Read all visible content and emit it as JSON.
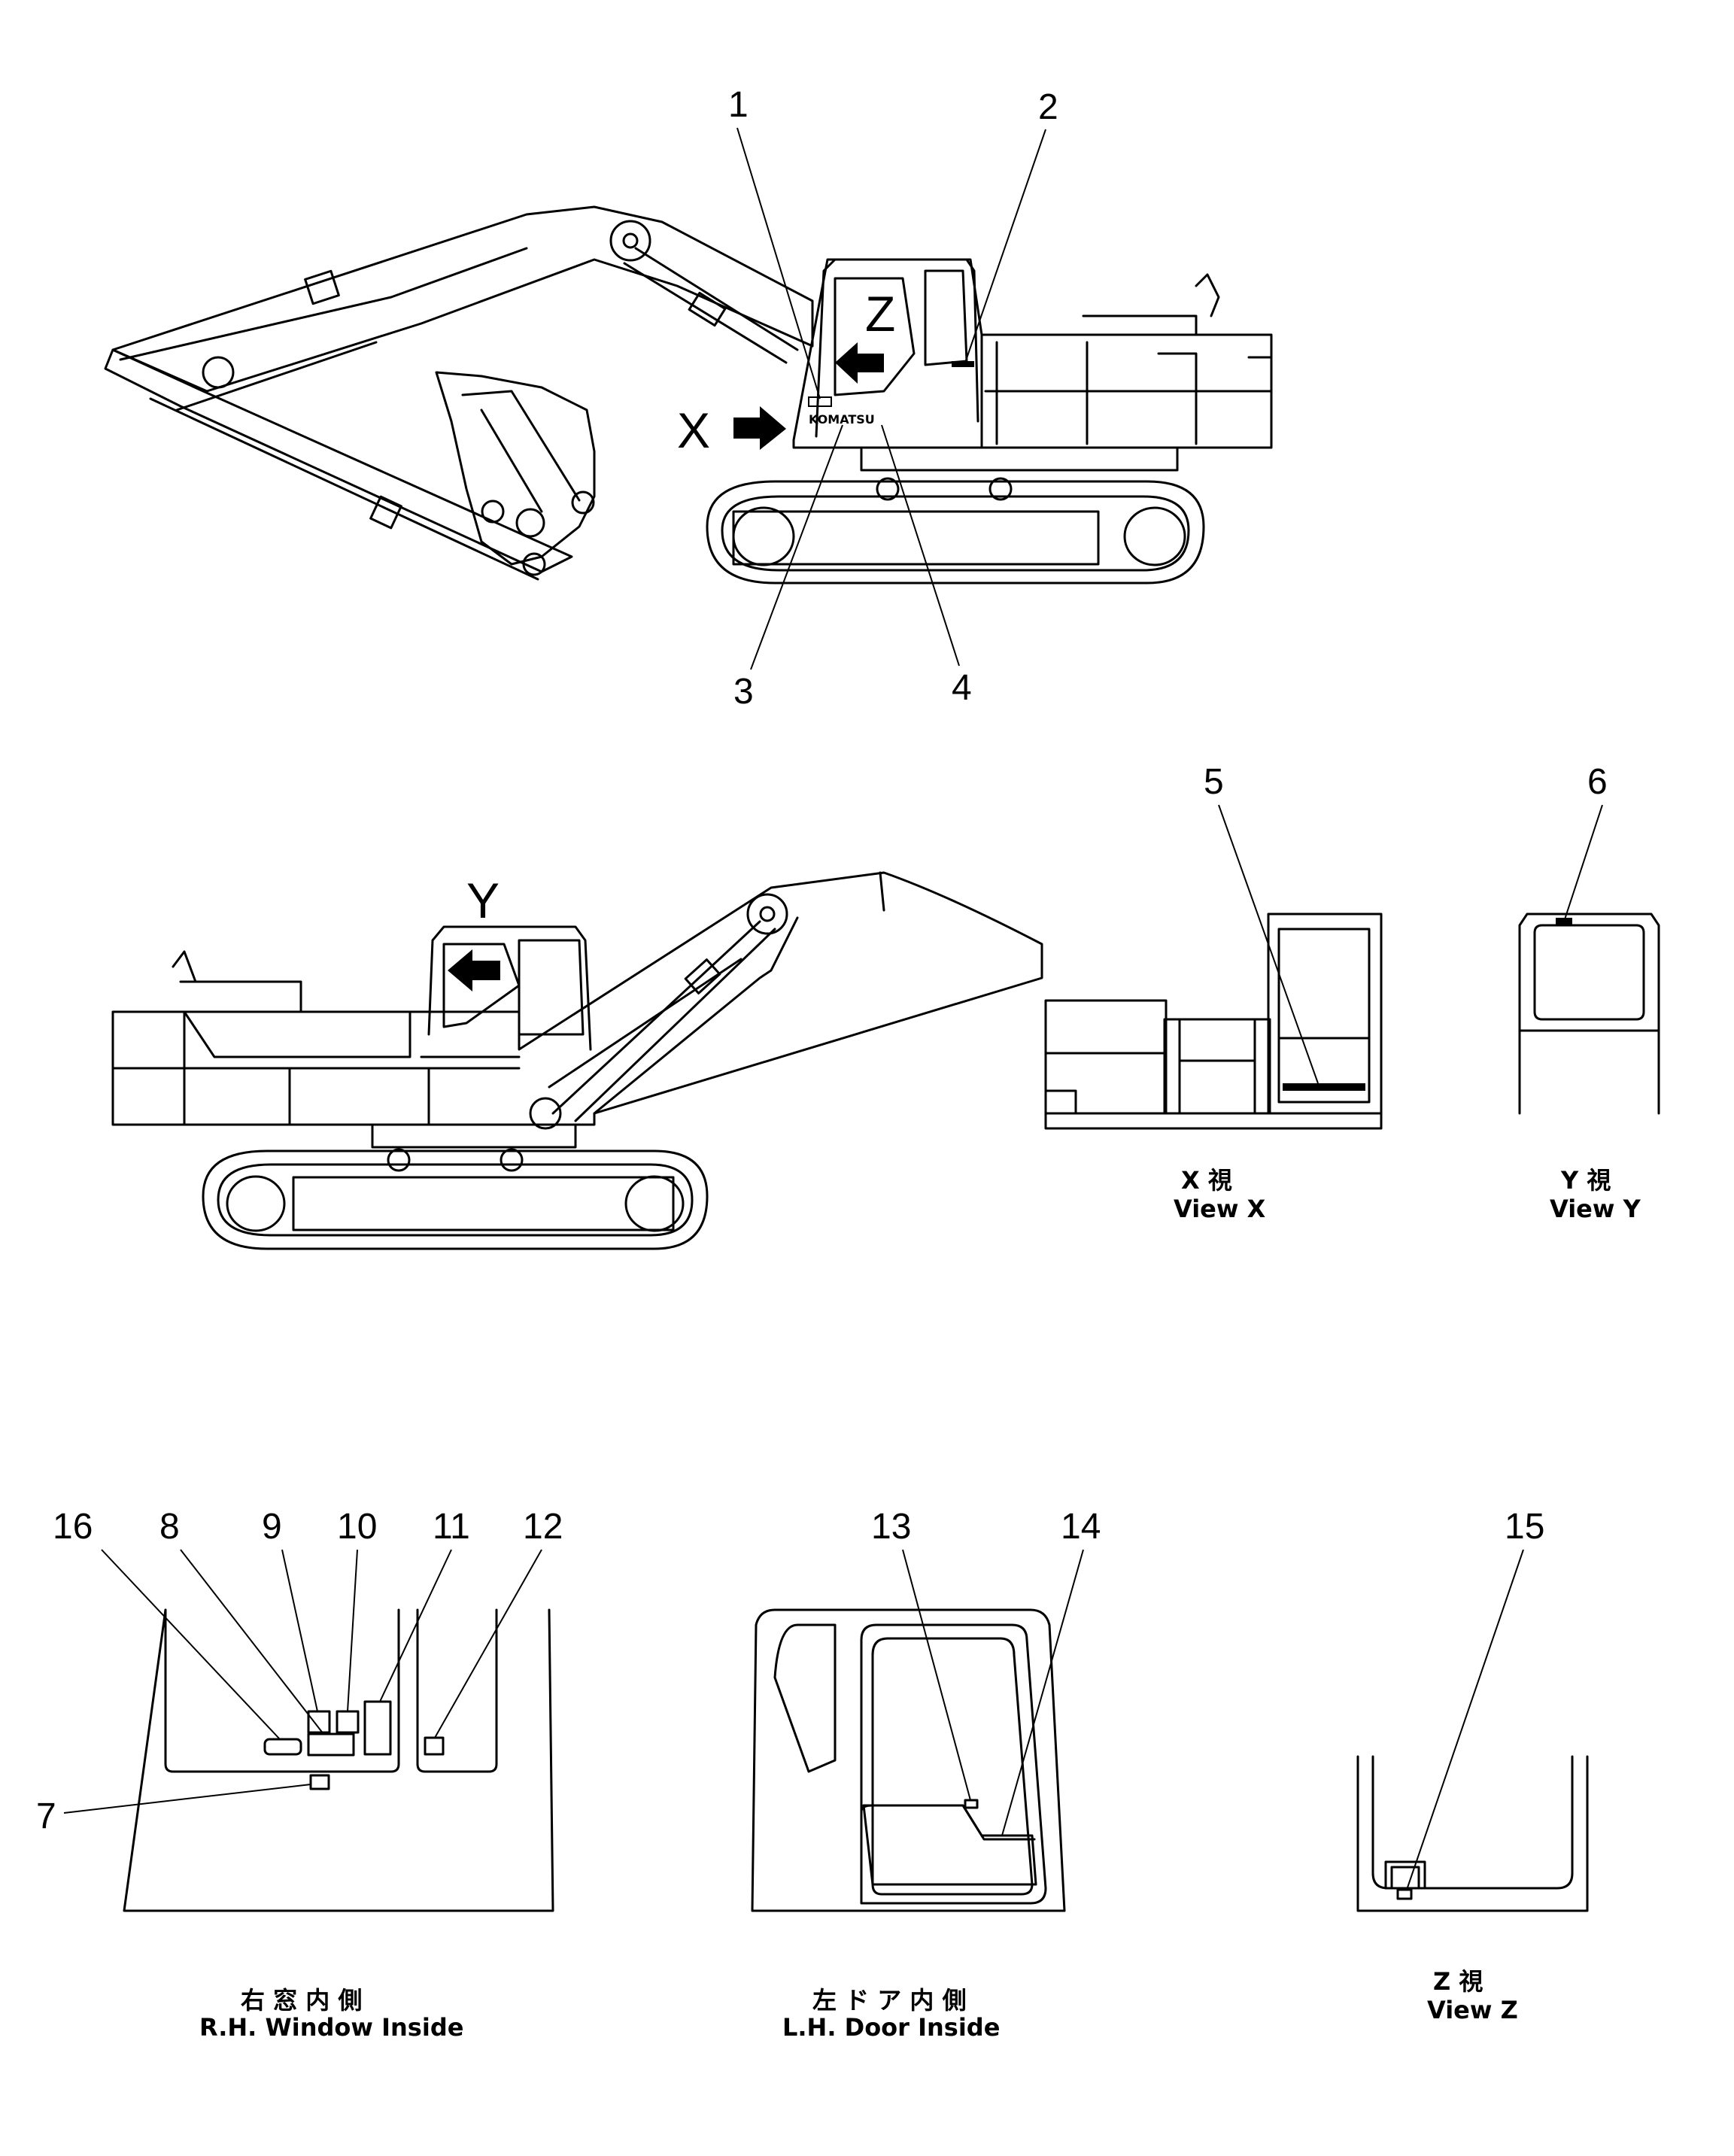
{
  "callouts": {
    "c1": "1",
    "c2": "2",
    "c3": "3",
    "c4": "4",
    "c5": "5",
    "c6": "6",
    "c7": "7",
    "c8": "8",
    "c9": "9",
    "c10": "10",
    "c11": "11",
    "c12": "12",
    "c13": "13",
    "c14": "14",
    "c15": "15",
    "c16": "16"
  },
  "view_markers": {
    "x": "X",
    "y": "Y",
    "z": "Z"
  },
  "machine_brand": "KOMATSU",
  "captions": {
    "view_x_jp": "X 視",
    "view_x_en": "View X",
    "view_y_jp": "Y 視",
    "view_y_en": "View Y",
    "rh_window_jp": "右 窓 内 側",
    "rh_window_en": "R.H. Window Inside",
    "lh_door_jp": "左 ド ア 内 側",
    "lh_door_en": "L.H. Door Inside",
    "view_z_jp": "Z 視",
    "view_z_en": "View Z"
  },
  "icons": {
    "arrow": "right-arrow-icon / left-arrow-icon"
  }
}
